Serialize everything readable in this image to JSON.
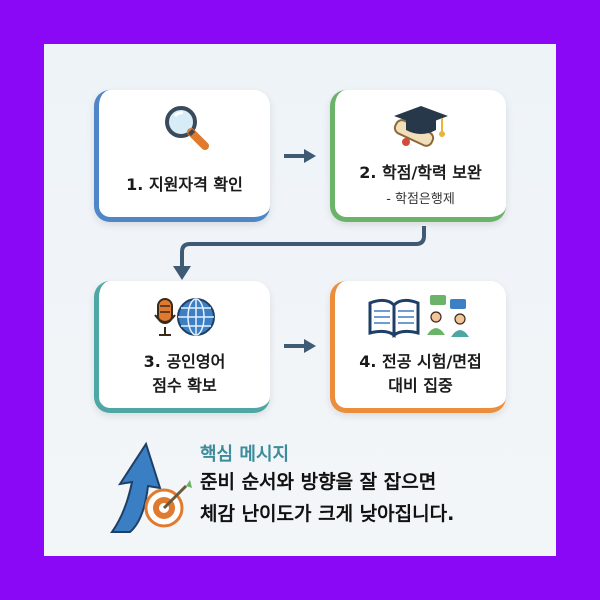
{
  "steps": [
    {
      "label": "1. 지원자격 확인",
      "sub": "",
      "icon": "magnifier-icon",
      "color": "#4e86c7"
    },
    {
      "label": "2. 학점/학력 보완",
      "sub": "- 학점은행제",
      "icon": "graduation-cap-diploma-icon",
      "color": "#6ab368"
    },
    {
      "label_line1": "3. 공인영어",
      "label_line2": "점수 확보",
      "icon": "microphone-globe-icon",
      "color": "#4fa7a3"
    },
    {
      "label_line1": "4. 전공 시험/면접",
      "label_line2": "대비 집중",
      "icon": "book-interview-icon",
      "color": "#ec8d3b"
    }
  ],
  "message": {
    "title": "핵심 메시지",
    "line1": "준비 순서와 방향을 잘 잡으면",
    "line2": "체감 난이도가 크게 낮아집니다.",
    "icon": "arrow-target-icon"
  },
  "colors": {
    "background": "#8a08f5",
    "panel": "#eef3f7",
    "accent_title": "#3d8c9b",
    "arrow": "#3f5b73"
  }
}
